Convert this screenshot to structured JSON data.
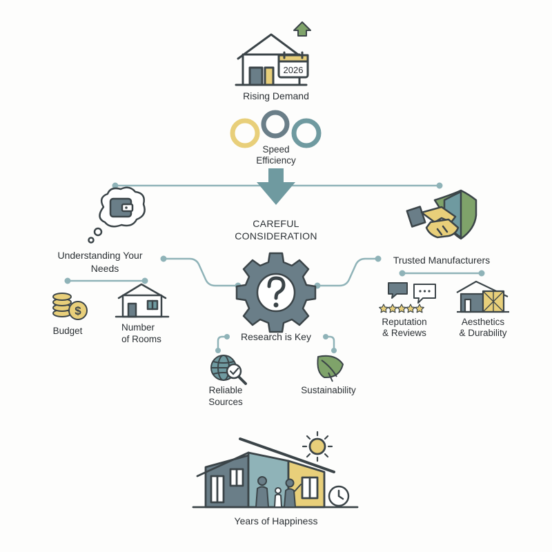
{
  "colors": {
    "stroke": "#3b4448",
    "slate": "#6a7e88",
    "teal": "#6f9aa0",
    "yellow": "#e8cf7a",
    "connector": "#8fb3b8",
    "green": "#7fa36a",
    "background": "#fdfdfc"
  },
  "top": {
    "house_icon": "house-calendar-icon",
    "year": "2026",
    "arrow_icon": "up-arrow-icon",
    "title": "Rising Demand",
    "rings_icon": "linked-rings-icon",
    "speed": "Speed",
    "efficiency": "Efficiency"
  },
  "center": {
    "arrow_icon": "down-arrow-icon",
    "title_line1": "CAREFUL",
    "title_line2": "CONSIDERATION",
    "icon": "question-gear-icon"
  },
  "left": {
    "icon": "wallet-thought-icon",
    "title_line1": "Understanding Your",
    "title_line2": "Needs",
    "items": [
      {
        "icon": "coins-dollar-icon",
        "label_line1": "Budget",
        "label_line2": ""
      },
      {
        "icon": "house-icon",
        "label_line1": "Number",
        "label_line2": "of Rooms"
      }
    ]
  },
  "right": {
    "icon": "handshake-shield-icon",
    "title": "Trusted Manufacturers",
    "items": [
      {
        "icon": "speech-bubbles-stars-icon",
        "label_line1": "Reputation",
        "label_line2": "& Reviews"
      },
      {
        "icon": "modular-house-icon",
        "label_line1": "Aesthetics",
        "label_line2": "& Durability"
      }
    ]
  },
  "research": {
    "title": "Research is Key",
    "items": [
      {
        "icon": "globe-magnifier-icon",
        "label_line1": "Reliable",
        "label_line2": "Sources"
      },
      {
        "icon": "leaf-icon",
        "label_line1": "Sustainability",
        "label_line2": ""
      }
    ]
  },
  "bottom": {
    "icon": "family-house-sun-icon",
    "clock_icon": "clock-icon",
    "title": "Years of Happiness"
  }
}
